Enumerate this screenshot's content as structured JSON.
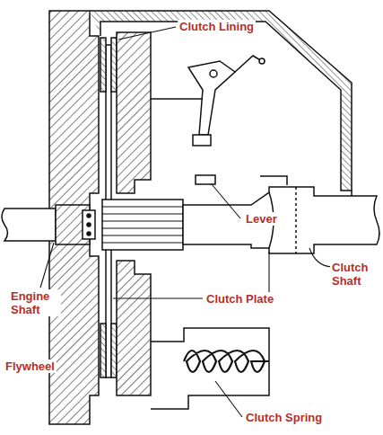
{
  "diagram": {
    "labels": [
      "Clutch Lining",
      "Lever",
      "Clutch Shaft",
      "Engine Shaft",
      "Clutch Plate",
      "Flywheel",
      "Clutch Spring"
    ]
  }
}
